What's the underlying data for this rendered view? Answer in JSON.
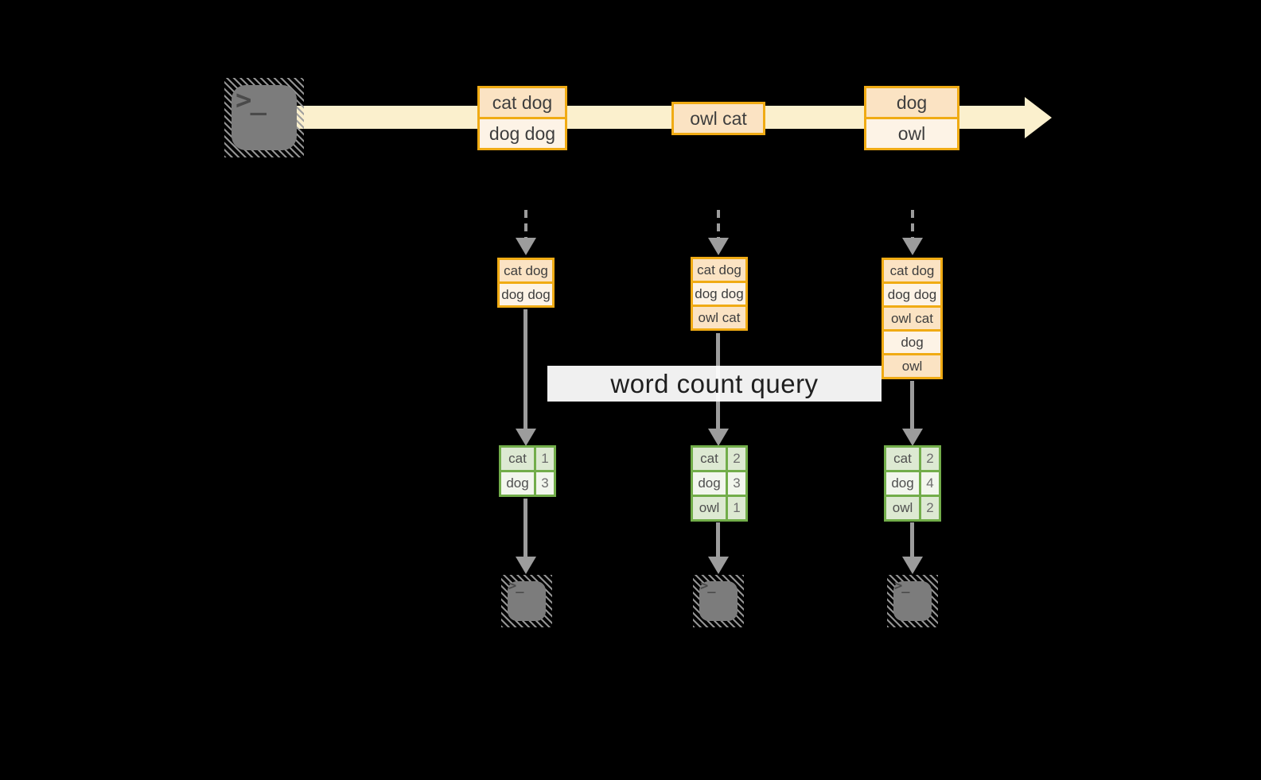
{
  "colors": {
    "background": "#000000",
    "timeline_band": "#fbf0cd",
    "box_border_orange": "#f0ab14",
    "cell_peach": "#fbe3c3",
    "cell_cream": "#fdf3e6",
    "table_border_green": "#72ad4a",
    "row_green_dark": "#dde9d2",
    "row_green_light": "#f2f6ed",
    "arrow_gray": "#9c9c9c",
    "terminal_gray": "#7c7c7c"
  },
  "icons": {
    "source": "terminal-icon",
    "sink": "terminal-icon",
    "prompt_glyph": ">_"
  },
  "timeline": {
    "events": [
      {
        "cells": [
          "cat dog",
          "dog dog"
        ]
      },
      {
        "cells": [
          "owl cat"
        ]
      },
      {
        "cells": [
          "dog",
          "owl"
        ]
      }
    ]
  },
  "query": {
    "label": "word count query"
  },
  "columns": [
    {
      "state": {
        "cells": [
          "cat dog",
          "dog dog"
        ]
      },
      "result": {
        "rows": [
          {
            "word": "cat",
            "count": "1"
          },
          {
            "word": "dog",
            "count": "3"
          }
        ]
      }
    },
    {
      "state": {
        "cells": [
          "cat dog",
          "dog dog",
          "owl cat"
        ]
      },
      "result": {
        "rows": [
          {
            "word": "cat",
            "count": "2"
          },
          {
            "word": "dog",
            "count": "3"
          },
          {
            "word": "owl",
            "count": "1"
          }
        ]
      }
    },
    {
      "state": {
        "cells": [
          "cat dog",
          "dog dog",
          "owl cat",
          "dog",
          "owl"
        ]
      },
      "result": {
        "rows": [
          {
            "word": "cat",
            "count": "2"
          },
          {
            "word": "dog",
            "count": "4"
          },
          {
            "word": "owl",
            "count": "2"
          }
        ]
      }
    }
  ]
}
